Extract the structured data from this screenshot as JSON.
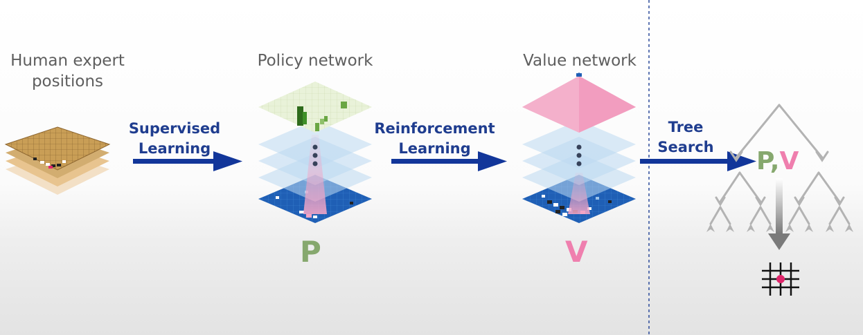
{
  "captions": {
    "human": [
      "Human expert",
      "positions"
    ],
    "policy": "Policy network",
    "value": "Value network"
  },
  "arrows": {
    "supervised": [
      "Supervised",
      "Learning"
    ],
    "reinforcement": [
      "Reinforcement",
      "Learning"
    ],
    "tree_search": [
      "Tree",
      "Search"
    ]
  },
  "outputs": {
    "policy_letter": "P",
    "value_letter": "V"
  },
  "tree": {
    "p_label": "P",
    "comma": ",",
    "v_label": "V"
  },
  "colors": {
    "arrow_blue": "#12369a",
    "policy_green": "#86a86e",
    "value_pink": "#ef7fae",
    "board_blue": "#1f5fb5",
    "board_wood": "#c99e56",
    "policy_top": "#e9f2d9",
    "value_top": "#f4a8c4",
    "move_red": "#e0266b"
  },
  "icons": [
    "go-board-stack-icon",
    "policy-network-icon",
    "value-network-icon",
    "search-tree-icon",
    "grid-move-icon"
  ]
}
